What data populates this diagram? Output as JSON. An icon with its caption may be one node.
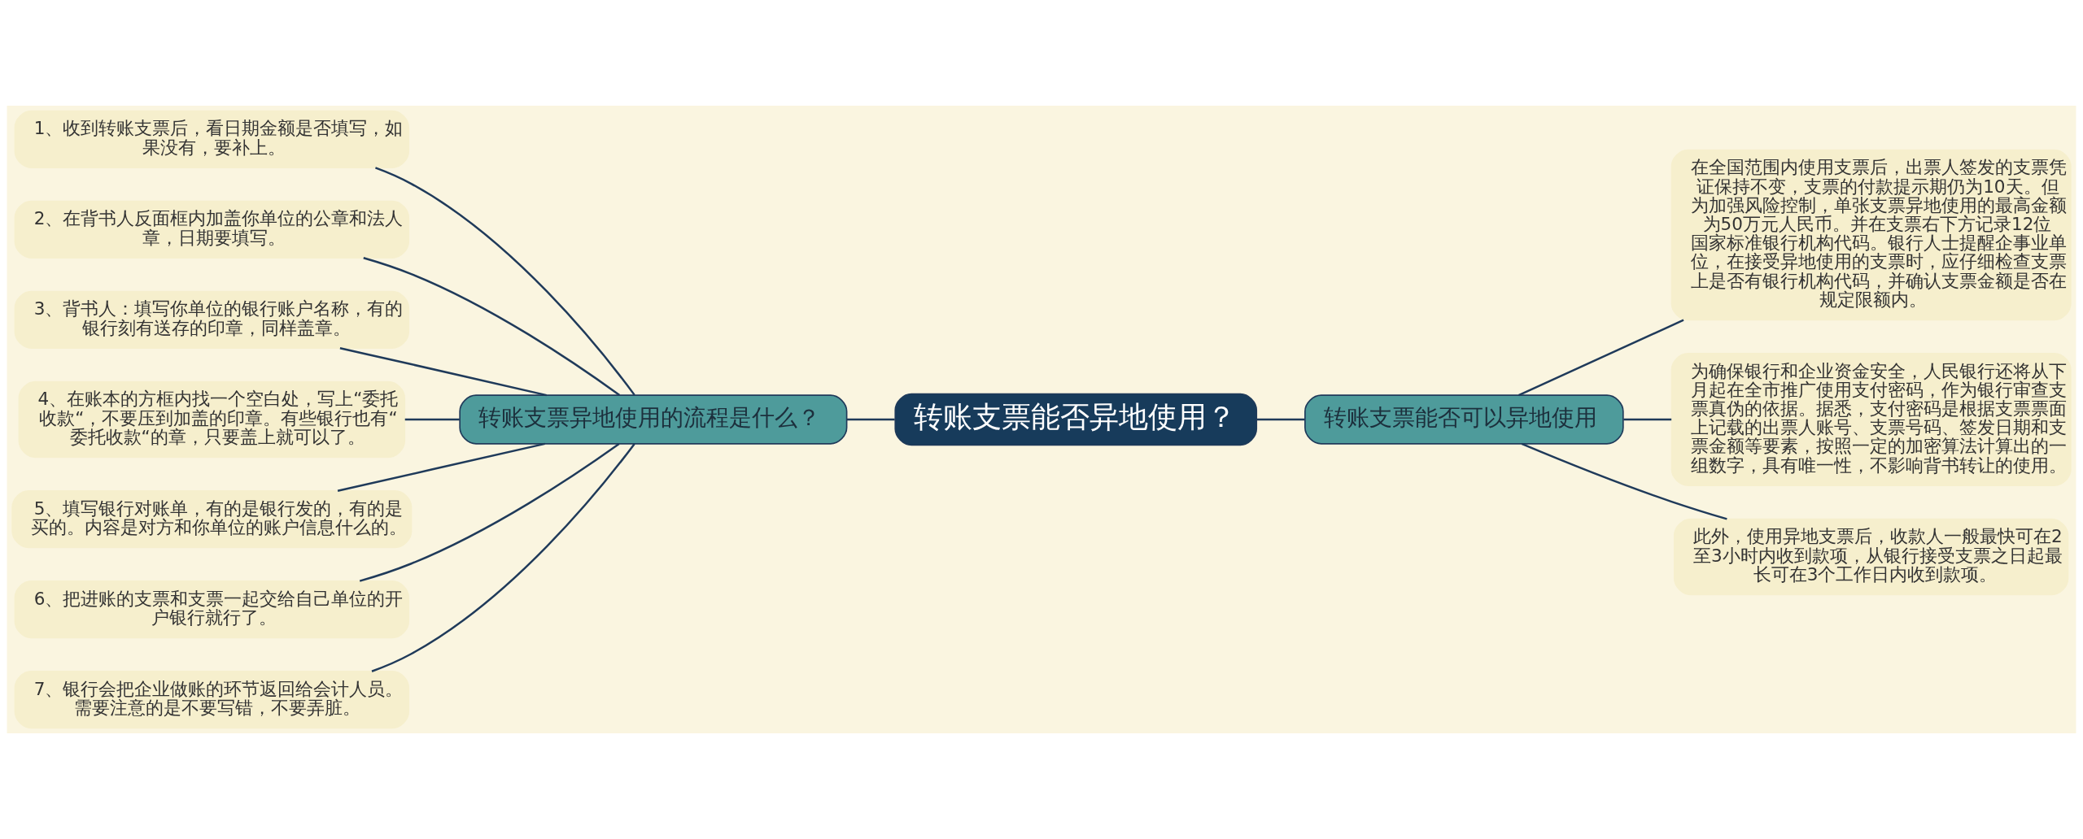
{
  "diagram": {
    "nodes": [
      {
        "text": [
          "转账支票能否异地使用？"
        ]
      },
      {
        "text": [
          "转账支票异地使用的流程是什么？"
        ]
      },
      {
        "text": [
          "1、收到转账支票后，看日期金额是否填写，如果没有，要补上。"
        ]
      },
      {
        "text": [
          "2、在背书人反面框内加盖你单位的公章和法人章，日期要填写。"
        ]
      },
      {
        "text": [
          "3、背书人：填写你单位的银行账户名称，有的银行刻有送存的印章，同样盖章。"
        ]
      },
      {
        "text": [
          "4、在账本的方框内找一个空白处，写上“委托收款“，不要压到加盖的印章。有些银行也有“委托收款“的章，只要盖上就可以了。"
        ]
      },
      {
        "text": [
          "5、填写银行对账单，有的是银行发的，有的是买的。内容是对方和你单位的账户信息什么的。"
        ]
      },
      {
        "text": [
          "6、把进账的支票和支票一起交给自己单位的开户银行就行了。"
        ]
      },
      {
        "text": [
          "7、银行会把企业做账的环节返回给会计人员。需要注意的是不要写错，不要弄脏。"
        ]
      },
      {
        "text": [
          "转账支票能否可以异地使用"
        ]
      },
      {
        "text": [
          "在全国范围内使用支票后，出票人签发的支票凭证保持不变，支票的付款提示期仍为10天。但为加强风险控制，单张支票异地使用的最高金额为50万元人民币。并在支票右下方记录12位国家标准银行机构代码。银行人士提醒企事业单位，在接受异地使用的支票时，应仔细检查支票上是否有银行机构代码，并确认支票金额是否在规定限额内。"
        ]
      },
      {
        "text": [
          "为确保银行和企业资金安全，人民银行还将从下月起在全市推广使用支付密码，作为银行审查支票真伪的依据。据悉，支付密码是根据支票票面上记载的出票人账号、支票号码、签发日期和支票金额等要素，按照一定的加密算法计算出的一组数字，具有唯一性，不影响背书转让的使用。"
        ]
      },
      {
        "text": [
          "此外，使用异地支票后，收款人一般最快可在2至3小时内收到款项，从银行接受支票之日起最长可在3个工作日内收到款项。"
        ]
      }
    ],
    "edges": [
      {
        "from": 0,
        "to": 1,
        "arrow": "none"
      },
      {
        "from": 1,
        "to": 2,
        "arrow": "none"
      },
      {
        "from": 1,
        "to": 3,
        "arrow": "none"
      },
      {
        "from": 1,
        "to": 4,
        "arrow": "none"
      },
      {
        "from": 1,
        "to": 5,
        "arrow": "none"
      },
      {
        "from": 1,
        "to": 6,
        "arrow": "none"
      },
      {
        "from": 1,
        "to": 7,
        "arrow": "none"
      },
      {
        "from": 1,
        "to": 8,
        "arrow": "none"
      },
      {
        "from": 0,
        "to": 9,
        "arrow": "none"
      },
      {
        "from": 9,
        "to": 10,
        "arrow": "none"
      },
      {
        "from": 9,
        "to": 11,
        "arrow": "none"
      },
      {
        "from": 9,
        "to": 12,
        "arrow": "none"
      }
    ]
  }
}
